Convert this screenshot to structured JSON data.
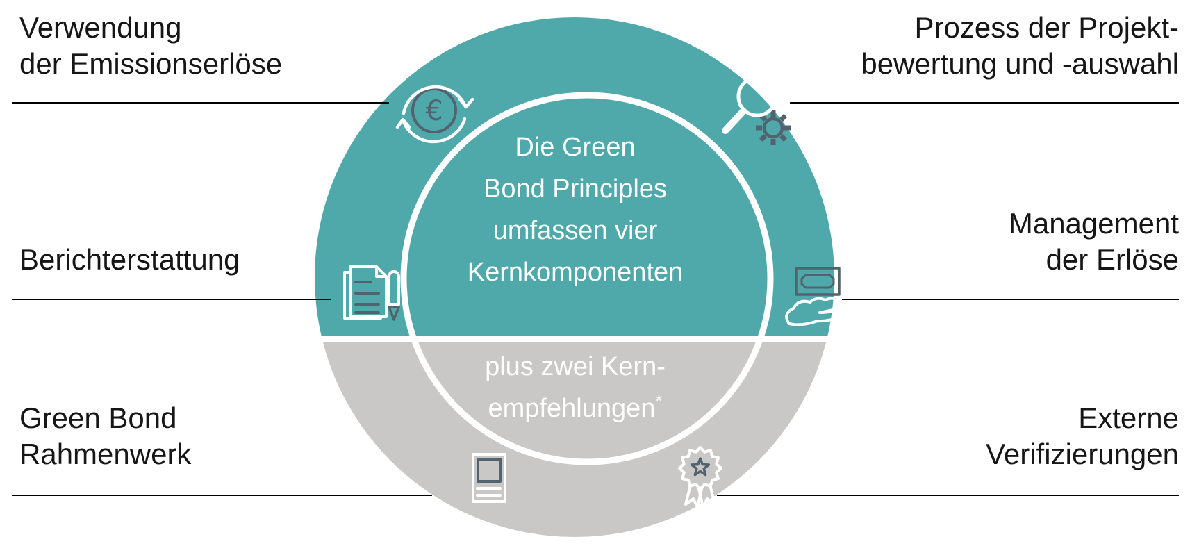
{
  "diagram": {
    "title_semantic": "Green Bond Principles Diagramm",
    "center": {
      "main_line1": "Die Green",
      "main_line2": "Bond Principles",
      "main_line3": "umfassen vier",
      "main_line4": "Kernkomponenten",
      "sub_line1": "plus zwei Kern-",
      "sub_line2": "empfehlungen",
      "sub_asterisk": "*"
    },
    "labels": {
      "top_left_line1": "Verwendung",
      "top_left_line2": "der Emissionserlöse",
      "top_right_line1": "Prozess der Projekt-",
      "top_right_line2": "bewertung und -auswahl",
      "mid_left_line1": "Berichterstattung",
      "mid_right_line1": "Management",
      "mid_right_line2": "der Erlöse",
      "bottom_left_line1": "Green Bond",
      "bottom_left_line2": "Rahmenwerk",
      "bottom_right_line1": "Externe",
      "bottom_right_line2": "Verifizierungen"
    },
    "icons": {
      "euro_cycle": "euro-cycle-icon",
      "magnifier_gear": "magnifier-gear-icon",
      "documents_pencil": "documents-pencil-icon",
      "banknote_hand": "banknote-hand-icon",
      "framework_document": "framework-document-icon",
      "award_ribbon": "award-ribbon-icon",
      "euro_symbol": "€"
    },
    "colors": {
      "teal": "#4FA9AB",
      "gray": "#C9C8C6",
      "icon_slate": "#53626F",
      "white": "#FFFFFF",
      "text": "#161616",
      "line": "#000000"
    }
  }
}
